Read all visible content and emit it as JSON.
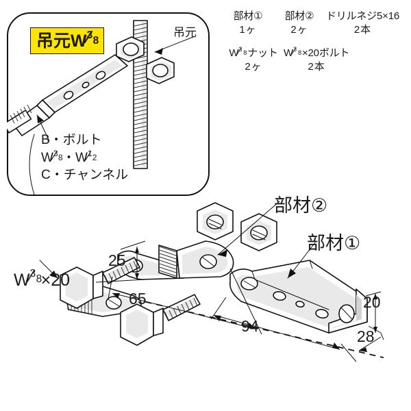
{
  "page": {
    "title": "吊元W3/8 取付図",
    "background": "#ffffff",
    "ink": "#111111",
    "highlight": "#ffe400"
  },
  "parts_list": {
    "rows": [
      [
        {
          "name": "部材①",
          "qty": "1ヶ"
        },
        {
          "name": "部材②",
          "qty": "2ヶ"
        },
        {
          "name": "ドリルネジ5×16",
          "qty": "2本"
        }
      ],
      [
        {
          "name_pre": "W",
          "name_frac": "3/8",
          "name_post": "ナット",
          "qty": "2ヶ"
        },
        {
          "name_pre": "W",
          "name_frac": "3/8",
          "name_post": "×20ボルト",
          "qty": "2本"
        }
      ]
    ],
    "row1": {
      "item1_name": "部材①",
      "item1_qty": "1ヶ",
      "item2_name": "部材②",
      "item2_qty": "2ヶ",
      "item3_name": "ドリルネジ5×16",
      "item3_qty": "2本"
    },
    "row2": {
      "item1_name_pre": "W",
      "item1_name_post": "ナット",
      "item1_qty": "2ヶ",
      "item2_name_pre": "W",
      "item2_name_post": "×20ボルト",
      "item2_qty": "2本"
    }
  },
  "inset": {
    "badge": {
      "pre": "吊元W",
      "frac_num": "3",
      "frac_den": "8"
    },
    "callout_top": "吊元",
    "legend": [
      {
        "text": "B・ボルト"
      },
      {
        "pre": "W",
        "mid": "・W",
        "post": ""
      },
      {
        "text": "C・チャンネル"
      }
    ],
    "legend_line1": "B・ボルト",
    "legend_line2_pre": "W",
    "legend_line2_mid": "・W",
    "legend_line3": "C・チャンネル"
  },
  "main": {
    "label_bolt_pre": "W",
    "label_bolt_post": "×20",
    "label_buzai2": "部材②",
    "label_buzai1": "部材①",
    "dimensions": {
      "d25": "25",
      "d65": "65",
      "d94": "94",
      "d20": "20",
      "d28": "28"
    }
  },
  "fractions": {
    "three_eighths": {
      "num": "3",
      "slash": "⁄",
      "den": "8"
    },
    "one_half": {
      "num": "1",
      "slash": "⁄",
      "den": "2"
    }
  }
}
